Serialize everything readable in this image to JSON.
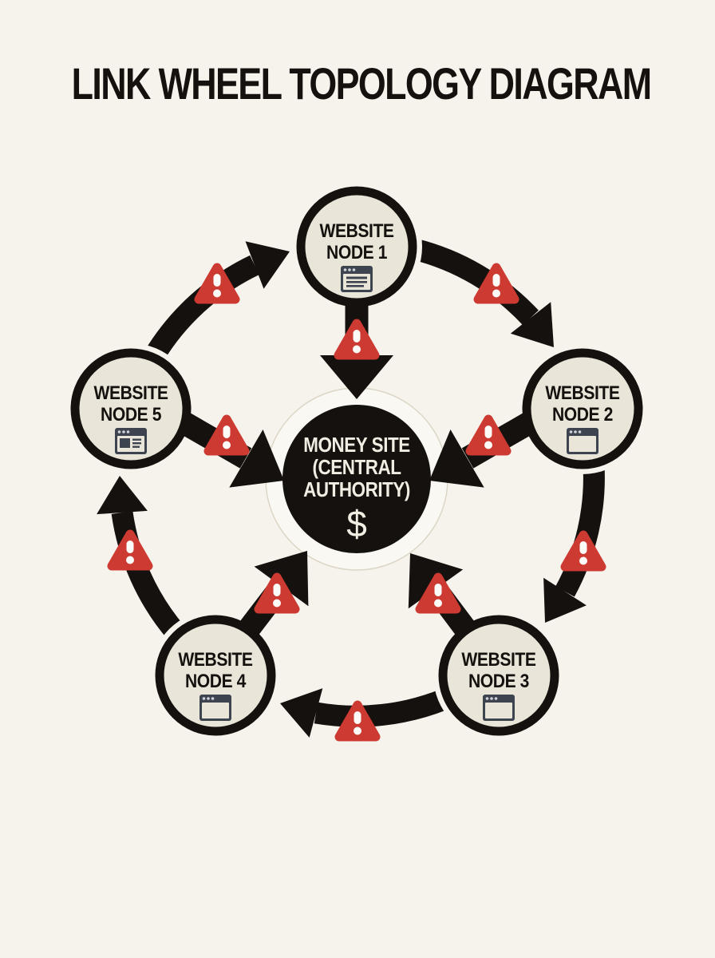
{
  "title": "LINK WHEEL TOPOLOGY DIAGRAM",
  "center": {
    "line1": "MONEY SITE",
    "line2": "(CENTRAL",
    "line3": "AUTHORITY)",
    "symbol": "$"
  },
  "nodes": [
    {
      "line1": "WEBSITE",
      "line2": "NODE 1",
      "icon": "browser-window-text-icon"
    },
    {
      "line1": "WEBSITE",
      "line2": "NODE 2",
      "icon": "browser-window-icon"
    },
    {
      "line1": "WEBSITE",
      "line2": "NODE 3",
      "icon": "browser-window-icon"
    },
    {
      "line1": "WEBSITE",
      "line2": "NODE 4",
      "icon": "browser-window-icon"
    },
    {
      "line1": "WEBSITE",
      "line2": "NODE 5",
      "icon": "browser-window-image-icon"
    }
  ],
  "links": {
    "ring_arrows": [
      "node5 -> node1",
      "node1 -> node2",
      "node2 -> node3",
      "node3 -> node4",
      "node4 -> node5"
    ],
    "spoke_arrows": [
      "node1 -> center",
      "node2 -> center",
      "node3 -> center",
      "node4 -> center",
      "node5 -> center"
    ],
    "warning_icon": "warning-triangle-icon",
    "warning_count": 10
  },
  "colors": {
    "background": "#f6f3ed",
    "line_black": "#15110e",
    "node_fill": "#e9e5d9",
    "warning_red": "#cc3a31",
    "warning_glyph": "#fdfbf7",
    "center_ring": "#faf8f2",
    "center_text": "#f1ede2",
    "icon_slate": "#3d4450"
  }
}
